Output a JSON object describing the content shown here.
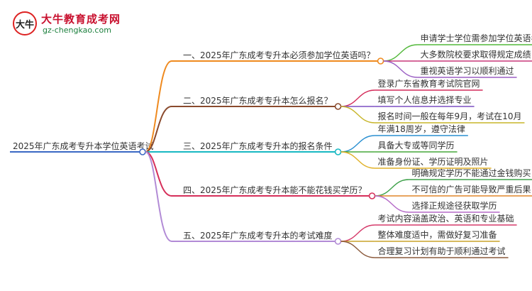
{
  "logo": {
    "mark": "大牛",
    "title": "大牛教育成考网",
    "url": "gz-chengkao.com"
  },
  "root": "2025年广东成考专升本学位英语考试",
  "branches": [
    {
      "label": "一、2025年广东成考专升本必须参加学位英语吗？",
      "color": "#ef8a1f",
      "children": [
        "申请学士学位需参加学位英语考试",
        "大多数院校要求取得规定成绩",
        "重视英语学习以顺利通过"
      ]
    },
    {
      "label": "二、2025年广东成考专升本怎么报名？",
      "color": "#8a4a2d",
      "children": [
        "登录广东省教育考试院官网",
        "填写个人信息并选择专业",
        "报名时间一般在每年9月，考试在10月"
      ]
    },
    {
      "label": "三、2025年广东成考专升本的报名条件",
      "color": "#18b8c2",
      "children": [
        "年满18周岁，遵守法律",
        "具备大专或等同学历",
        "准备身份证、学历证明及照片"
      ]
    },
    {
      "label": "四、2025年广东成考专升本能不能花钱买学历？",
      "color": "#d62f5a",
      "children": [
        "明确规定学历不能通过金钱购买",
        "不可信的广告可能导致严重后果",
        "选择正规途径获取学历"
      ]
    },
    {
      "label": "五、2025年广东成考专升本的考试难度",
      "color": "#b28bd6",
      "children": [
        "考试内容涵盖政治、英语和专业基础",
        "整体难度适中，需做好复习准备",
        "合理复习计划有助于顺利通过考试"
      ]
    }
  ],
  "child_colors": [
    [
      "#52b83a",
      "#c8397a",
      "#9b5fc4"
    ],
    [
      "#d42c5a",
      "#7b4fc2",
      "#c7b52a"
    ],
    [
      "#2a8fd1",
      "#47a83a",
      "#e0b128"
    ],
    [
      "#3ea14a",
      "#e0862a",
      "#b56ac8"
    ],
    [
      "#d53a6a",
      "#c9a42a",
      "#8b5a3c"
    ]
  ],
  "root_color": "#3a68c4"
}
